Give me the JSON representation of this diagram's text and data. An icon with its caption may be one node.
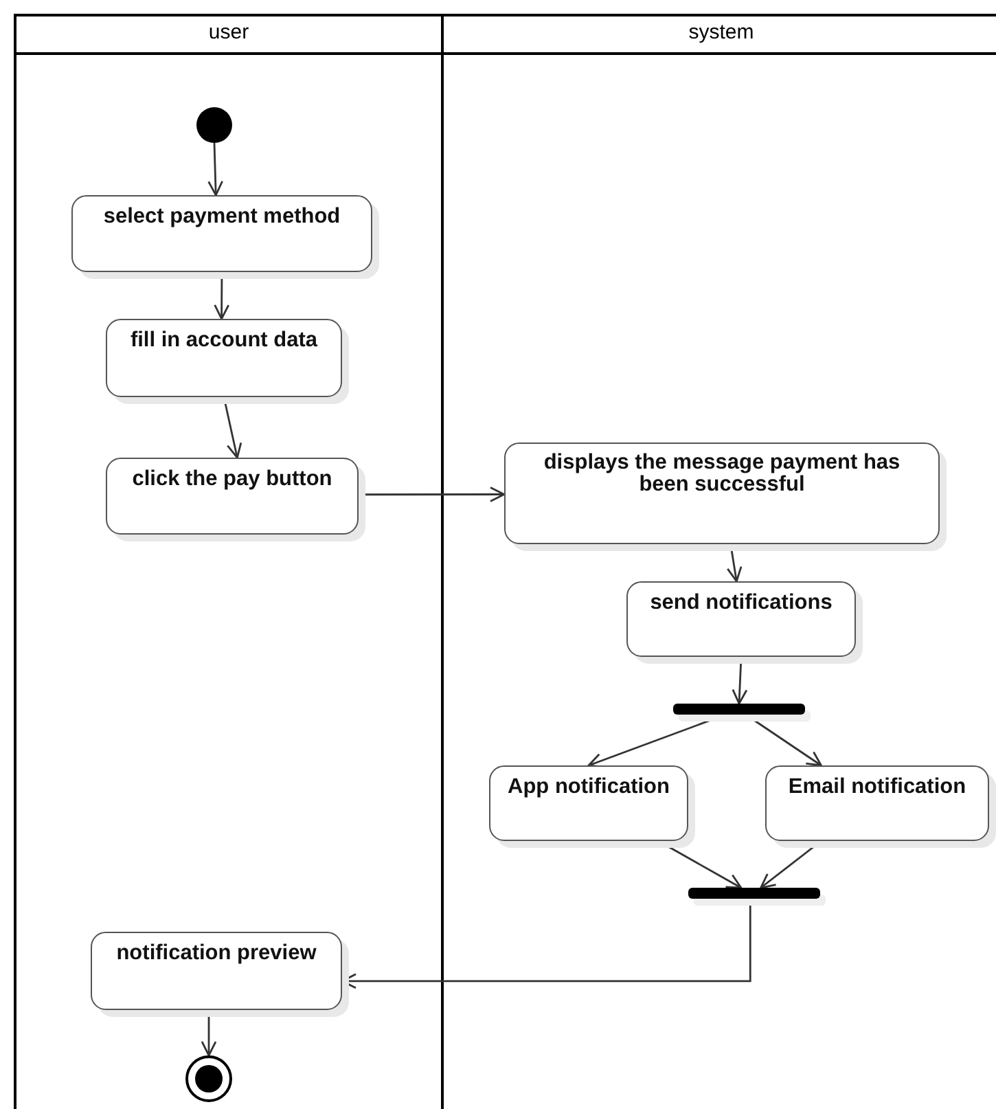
{
  "diagram": {
    "nodes": [
      {
        "text": [
          "user"
        ]
      },
      {
        "text": [
          "system"
        ]
      },
      {
        "text": [],
        "shape": "circle",
        "in": 0
      },
      {
        "text": [
          "select payment method"
        ],
        "in": 0
      },
      {
        "text": [
          "fill in account data"
        ],
        "in": 0
      },
      {
        "text": [
          "click the pay button"
        ],
        "in": 0
      },
      {
        "text": [
          "displays the message payment has been successful"
        ],
        "in": 1
      },
      {
        "text": [
          "send notifications"
        ],
        "in": 1
      },
      {
        "text": [],
        "shape": "bar",
        "in": 1
      },
      {
        "text": [
          "App notification"
        ],
        "in": 1
      },
      {
        "text": [
          "Email notification"
        ],
        "in": 1
      },
      {
        "text": [],
        "shape": "bar",
        "in": 1
      },
      {
        "text": [
          "notification preview"
        ],
        "in": 0
      },
      {
        "text": [],
        "shape": "circle",
        "in": 0
      }
    ],
    "edges": [
      {
        "from": 2,
        "to": 3,
        "arrow": "to"
      },
      {
        "from": 3,
        "to": 4,
        "arrow": "to"
      },
      {
        "from": 4,
        "to": 5,
        "arrow": "to"
      },
      {
        "from": 5,
        "to": 6,
        "arrow": "to"
      },
      {
        "from": 6,
        "to": 7,
        "arrow": "to"
      },
      {
        "from": 7,
        "to": 8,
        "arrow": "to"
      },
      {
        "from": 8,
        "to": 9,
        "arrow": "to"
      },
      {
        "from": 8,
        "to": 10,
        "arrow": "to"
      },
      {
        "from": 9,
        "to": 11,
        "arrow": "to"
      },
      {
        "from": 10,
        "to": 11,
        "arrow": "to"
      },
      {
        "from": 11,
        "to": 12,
        "arrow": "to"
      },
      {
        "from": 12,
        "to": 13,
        "arrow": "to"
      }
    ]
  }
}
